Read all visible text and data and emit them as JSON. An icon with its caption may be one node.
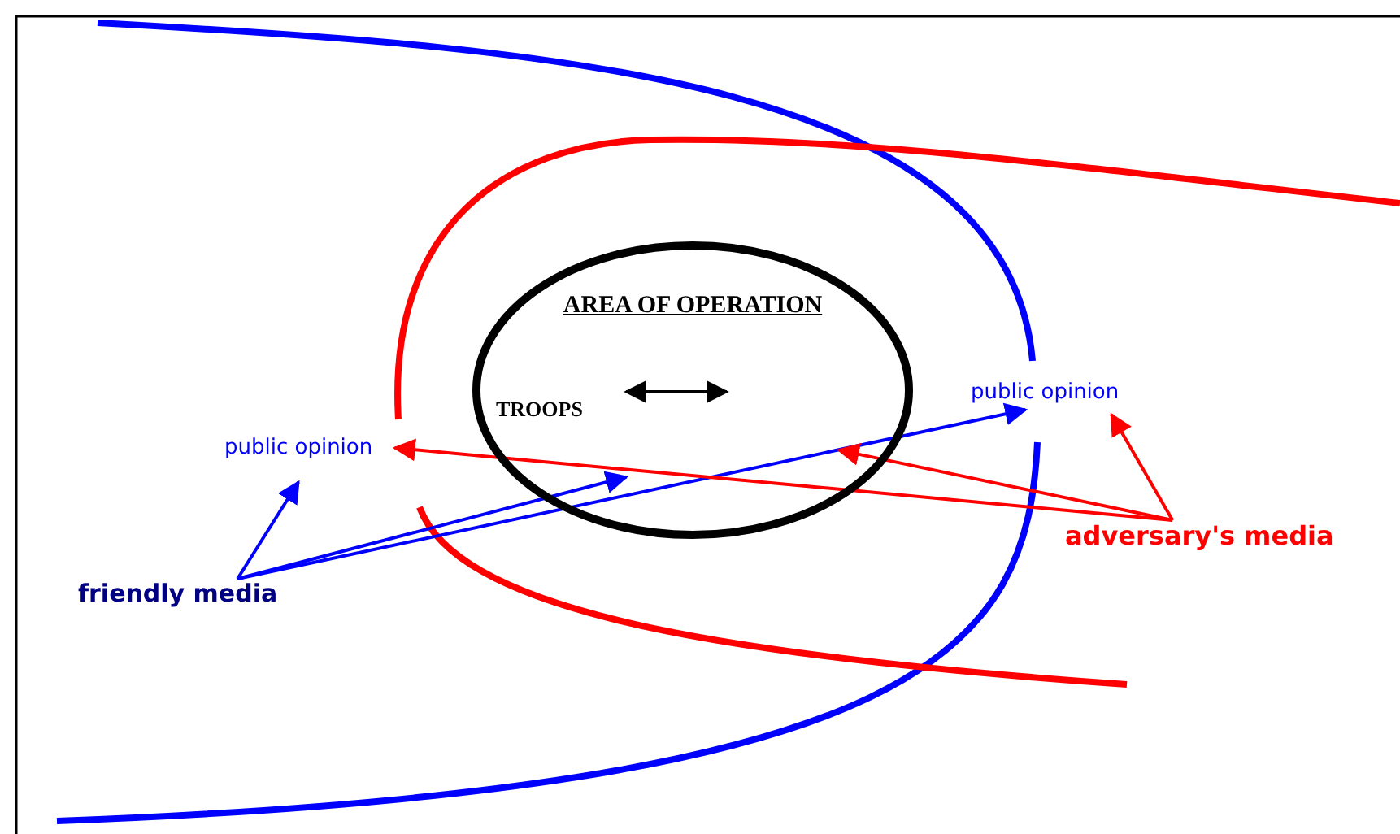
{
  "diagram": {
    "nodes": [
      {
        "text": [
          "AREA OF OPERATION"
        ]
      },
      {
        "text": [
          "TROOPS"
        ],
        "in": 0
      },
      {
        "text": [
          "public opinion"
        ]
      },
      {
        "text": [
          "public opinion"
        ]
      },
      {
        "text": [
          "friendly media"
        ]
      },
      {
        "text": [
          "adversary's media"
        ]
      }
    ],
    "edges": [
      {
        "from": 4,
        "to": 2,
        "arrow": "to",
        "color": "#0000ff"
      },
      {
        "from": 4,
        "to": 0,
        "arrow": "to",
        "color": "#0000ff"
      },
      {
        "from": 4,
        "to": 3,
        "arrow": "to",
        "color": "#0000ff"
      },
      {
        "from": 5,
        "to": 2,
        "arrow": "to",
        "color": "#ff0000"
      },
      {
        "from": 5,
        "to": 0,
        "arrow": "to",
        "color": "#ff0000"
      },
      {
        "from": 5,
        "to": 3,
        "arrow": "to",
        "color": "#ff0000"
      }
    ]
  }
}
